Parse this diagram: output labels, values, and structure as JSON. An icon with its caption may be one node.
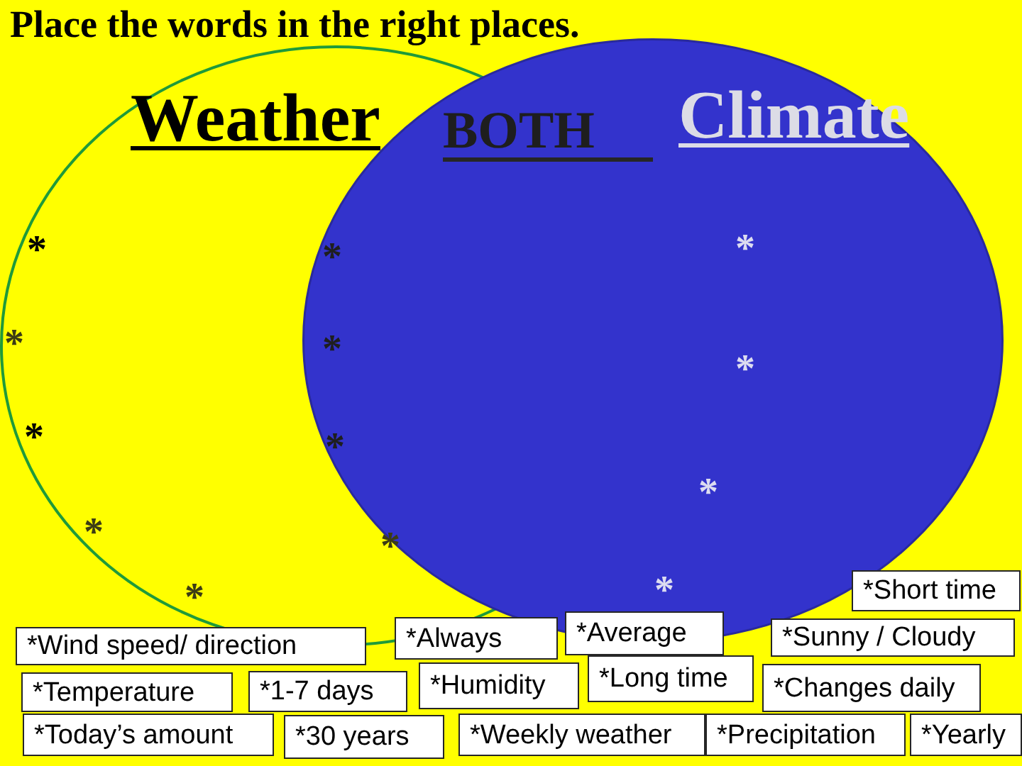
{
  "diagram": {
    "title": "Place the words in the right places.",
    "nodes": [
      {
        "text": [
          "Weather"
        ]
      },
      {
        "text": [
          "Climate"
        ]
      },
      {
        "text": [
          "*Short time"
        ]
      },
      {
        "text": [
          "*Wind speed/ direction"
        ]
      },
      {
        "text": [
          "*Always"
        ]
      },
      {
        "text": [
          "*Average"
        ]
      },
      {
        "text": [
          "*Sunny / Cloudy"
        ]
      },
      {
        "text": [
          "*Temperature"
        ]
      },
      {
        "text": [
          "*1-7 days"
        ]
      },
      {
        "text": [
          "*Humidity"
        ]
      },
      {
        "text": [
          "*Long time"
        ]
      },
      {
        "text": [
          "*Changes daily"
        ]
      },
      {
        "text": [
          "*Today’s amount"
        ]
      },
      {
        "text": [
          "*30 years"
        ]
      },
      {
        "text": [
          "*Weekly weather"
        ]
      },
      {
        "text": [
          "*Precipitation"
        ]
      },
      {
        "text": [
          "*Yearly"
        ]
      }
    ],
    "labels": [
      "BOTH",
      "*",
      "*",
      "*",
      "*",
      "*",
      "*",
      "*",
      "*",
      "*",
      "*",
      "*",
      "*",
      "*"
    ]
  }
}
